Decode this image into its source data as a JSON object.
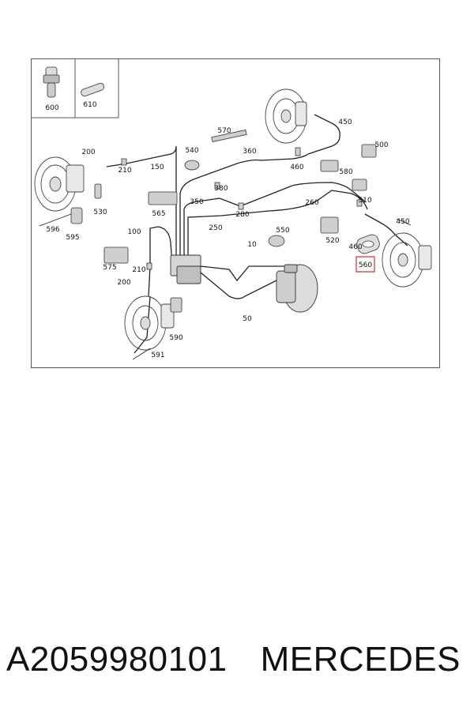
{
  "diagram": {
    "part_numbers": [
      "600",
      "610",
      "570",
      "450",
      "500",
      "540",
      "200",
      "360",
      "210",
      "150",
      "460",
      "580",
      "380",
      "510",
      "350",
      "260",
      "530",
      "565",
      "280",
      "450",
      "596",
      "595",
      "250",
      "550",
      "520",
      "100",
      "10",
      "460",
      "575",
      "210",
      "560",
      "200",
      "50",
      "590",
      "591"
    ],
    "highlighted": "560",
    "highlight_color": "#e53935",
    "line_color": "#222222"
  },
  "caption": {
    "part_code": "A2059980101",
    "brand": "MERCEDES"
  }
}
